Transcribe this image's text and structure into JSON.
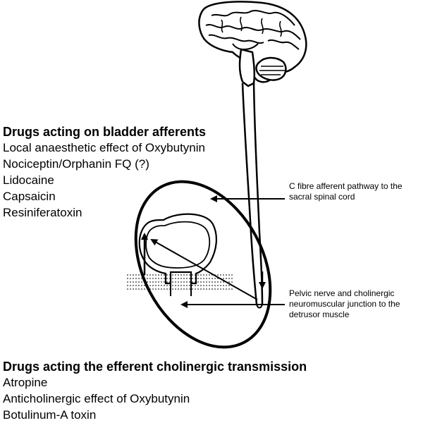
{
  "afferent_drugs": {
    "heading": "Drugs acting on bladder afferents",
    "items": [
      "Local anaesthetic effect of Oxybutynin",
      "Nociceptin/Orphanin FQ (?)",
      "Lidocaine",
      "Capsaicin",
      "Resiniferatoxin"
    ]
  },
  "efferent_drugs": {
    "heading": "Drugs acting the efferent cholinergic transmission",
    "items": [
      "Atropine",
      "Anticholinergic effect of Oxybutynin",
      "Botulinum-A toxin"
    ]
  },
  "callouts": {
    "c_fibre": [
      "C fibre afferent pathway to the",
      "sacral spinal cord"
    ],
    "pelvic": [
      "Pelvic nerve and cholinergic",
      "neuromuscular junction to the",
      "detrusor muscle"
    ]
  },
  "icons": [
    "brain-icon",
    "spinal-cord-icon",
    "bladder-icon"
  ]
}
